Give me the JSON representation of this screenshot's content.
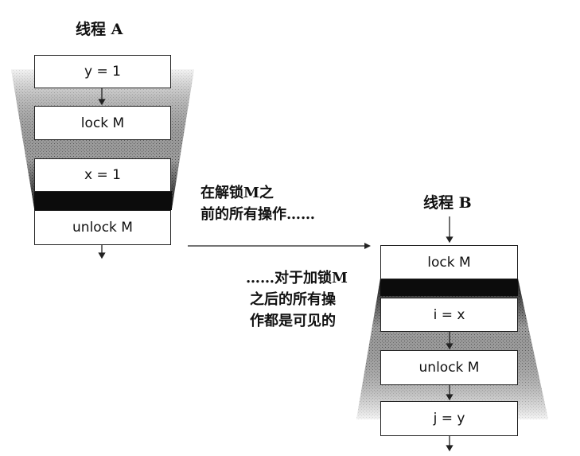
{
  "thread_a": {
    "title": "线程 A",
    "ops": [
      "y = 1",
      "lock M",
      "x = 1",
      "unlock M"
    ]
  },
  "thread_b": {
    "title": "线程 B",
    "ops": [
      "lock M",
      "i = x",
      "unlock M",
      "j = y"
    ]
  },
  "annotation_before": {
    "line1": "在解锁M之",
    "line2": "前的所有操作……"
  },
  "annotation_after": {
    "line1": "……对于加锁M",
    "line2": "之后的所有操",
    "line3": "作都是可见的"
  }
}
